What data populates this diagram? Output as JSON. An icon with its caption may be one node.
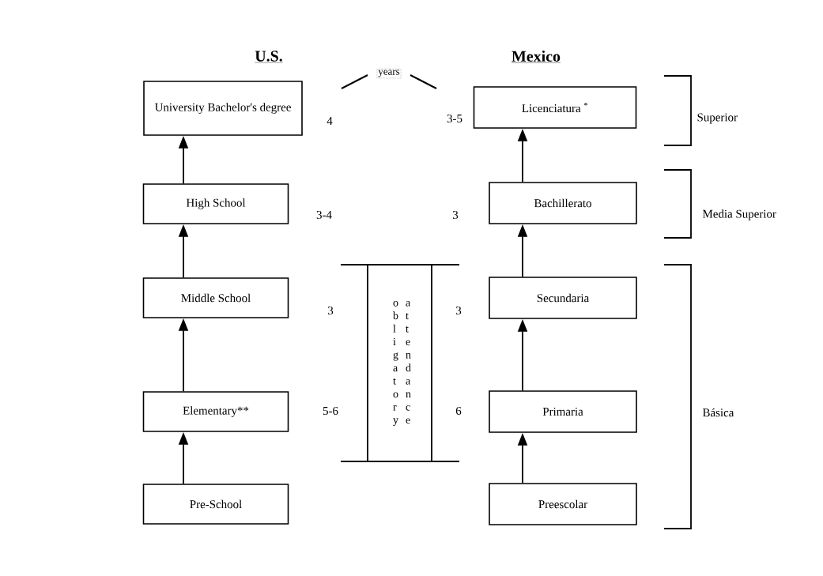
{
  "diagram": {
    "nodes": [
      {
        "text": [
          "University Bachelor's degree"
        ]
      },
      {
        "text": [
          "High School"
        ]
      },
      {
        "text": [
          "Middle School"
        ]
      },
      {
        "text": [
          "Elementary**"
        ]
      },
      {
        "text": [
          "Pre-School"
        ]
      },
      {
        "text": [
          "Licenciatura $^{*}$"
        ]
      },
      {
        "text": [
          "Bachillerato"
        ]
      },
      {
        "text": [
          "Secundaria"
        ]
      },
      {
        "text": [
          "Primaria"
        ]
      },
      {
        "text": [
          "Preescolar"
        ]
      },
      {
        "text": [
          "obligatory",
          "attendance"
        ]
      }
    ],
    "edges": [
      {
        "from": 1,
        "to": 0,
        "arrow": "to"
      },
      {
        "from": 2,
        "to": 1,
        "arrow": "to"
      },
      {
        "from": 3,
        "to": 2,
        "arrow": "to"
      },
      {
        "from": 4,
        "to": 3,
        "arrow": "to"
      },
      {
        "from": 6,
        "to": 5,
        "arrow": "to"
      },
      {
        "from": 7,
        "to": 6,
        "arrow": "to"
      },
      {
        "from": 8,
        "to": 7,
        "arrow": "to"
      },
      {
        "from": 9,
        "to": 8,
        "arrow": "to"
      }
    ],
    "labels": [
      "U.S.",
      "Mexico",
      "years",
      "4",
      "3-5",
      "3-4",
      "3",
      "3",
      "3",
      "5-6",
      "6",
      "Superior",
      "Media Superior",
      "Básica"
    ]
  }
}
